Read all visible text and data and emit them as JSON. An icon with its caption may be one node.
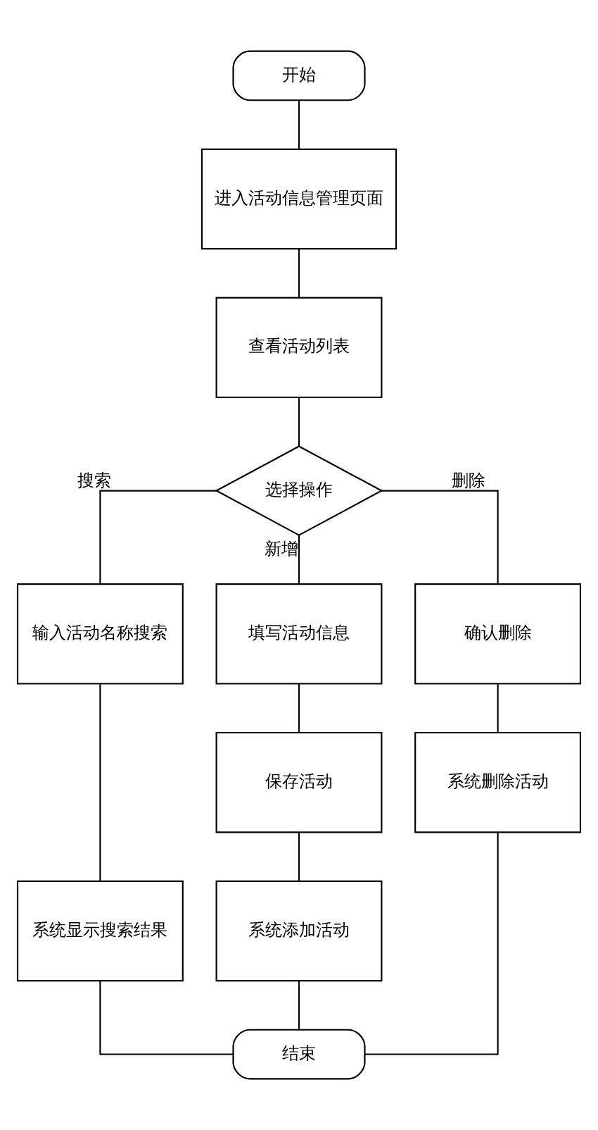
{
  "diagram": {
    "nodes": [
      {
        "text": [
          "开始"
        ]
      },
      {
        "text": [
          "进入活动信息管理页面"
        ]
      },
      {
        "text": [
          "查看活动列表"
        ]
      },
      {
        "text": [
          "选择操作"
        ]
      },
      {
        "text": [
          "输入活动名称搜索"
        ]
      },
      {
        "text": [
          "填写活动信息"
        ]
      },
      {
        "text": [
          "确认删除"
        ]
      },
      {
        "text": [
          "系统显示搜索结果"
        ]
      },
      {
        "text": [
          "保存活动"
        ]
      },
      {
        "text": [
          "系统删除活动"
        ]
      },
      {
        "text": [
          "系统添加活动"
        ]
      },
      {
        "text": [
          "结束"
        ]
      }
    ],
    "edges": [
      {
        "from": 0,
        "to": 1,
        "arrow": "none"
      },
      {
        "from": 1,
        "to": 2,
        "arrow": "none"
      },
      {
        "from": 2,
        "to": 3,
        "arrow": "none"
      },
      {
        "from": 3,
        "to": 4,
        "arrow": "none",
        "label": "搜索"
      },
      {
        "from": 3,
        "to": 5,
        "arrow": "none",
        "label": "新增"
      },
      {
        "from": 3,
        "to": 6,
        "arrow": "none",
        "label": "删除"
      },
      {
        "from": 4,
        "to": 7,
        "arrow": "none"
      },
      {
        "from": 5,
        "to": 8,
        "arrow": "none"
      },
      {
        "from": 6,
        "to": 9,
        "arrow": "none"
      },
      {
        "from": 8,
        "to": 10,
        "arrow": "none"
      },
      {
        "from": 7,
        "to": 11,
        "arrow": "none"
      },
      {
        "from": 10,
        "to": 11,
        "arrow": "none"
      },
      {
        "from": 9,
        "to": 11,
        "arrow": "none"
      }
    ]
  }
}
